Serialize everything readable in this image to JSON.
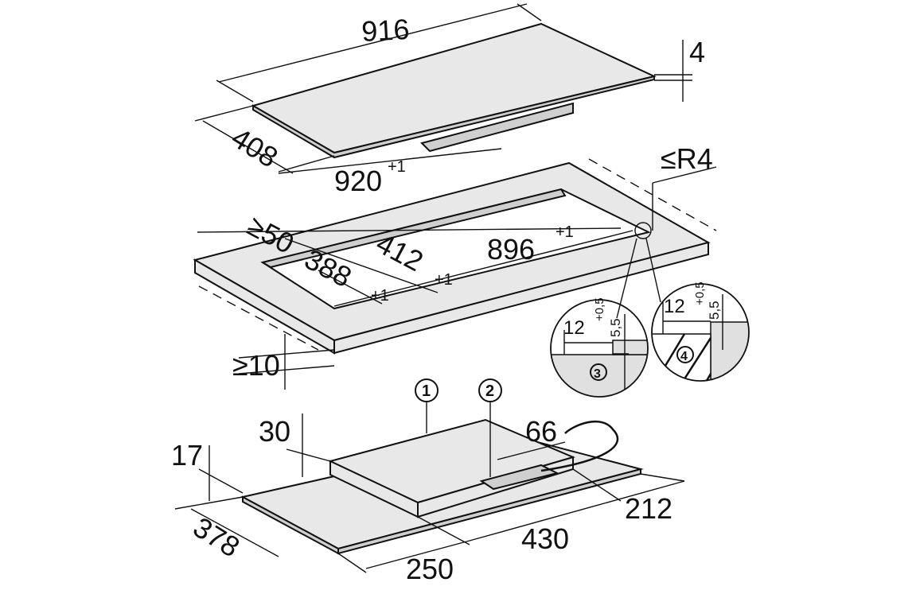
{
  "hob": {
    "width": "916",
    "thickness": "4",
    "depth": "408",
    "overall_width": "920",
    "overall_width_tol": "+1"
  },
  "cutout": {
    "radius": "≤R4",
    "min_edge": "≥50",
    "depth_outer": "412",
    "depth_outer_tol": "+1",
    "width": "896",
    "width_tol": "+1",
    "depth_inner": "388",
    "depth_inner_tol": "+1",
    "min_thickness": "≥10"
  },
  "detail_3": {
    "label": "3",
    "width": "12",
    "height": "5,5",
    "height_tol": "+0,5"
  },
  "detail_4": {
    "label": "4",
    "width": "12",
    "height": "5,5",
    "height_tol": "+0,5"
  },
  "underside": {
    "marker_1": "1",
    "marker_2": "2",
    "box_height": "30",
    "base_height": "17",
    "cable_offset": "66",
    "depth": "378",
    "front_left": "250",
    "front_mid": "430",
    "right_depth": "212"
  },
  "colors": {
    "fill": "#e8e8e8",
    "line": "#111111"
  }
}
